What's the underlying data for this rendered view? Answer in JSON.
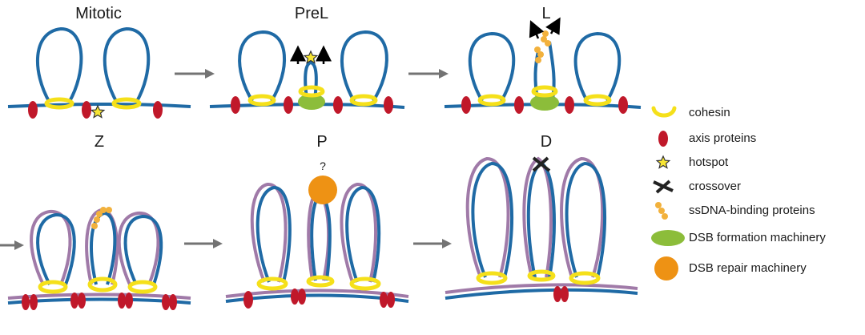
{
  "stages": {
    "mitotic": "Mitotic",
    "prel": "PreL",
    "l": "L",
    "z": "Z",
    "p": "P",
    "d": "D"
  },
  "question_mark": "?",
  "legend": [
    {
      "icon": "cohesin-icon",
      "label": "cohesin"
    },
    {
      "icon": "axis-protein-icon",
      "label": "axis proteins"
    },
    {
      "icon": "hotspot-star-icon",
      "label": "hotspot"
    },
    {
      "icon": "crossover-icon",
      "label": "crossover"
    },
    {
      "icon": "ssdna-binding-icon",
      "label": "ssDNA-binding proteins"
    },
    {
      "icon": "dsb-formation-icon",
      "label": "DSB formation machinery"
    },
    {
      "icon": "dsb-repair-icon",
      "label": "DSB repair machinery"
    }
  ],
  "colors": {
    "dna_blue": "#1f6aa5",
    "homolog_purple": "#a07aa8",
    "cohesin_yellow": "#f5e01a",
    "axis_red": "#c0182a",
    "hotspot_star": "#f7e533",
    "dsb_formation_green": "#8cbd3a",
    "dsb_repair_orange": "#ee9214",
    "ssdna_orange": "#f2b13c",
    "arrow_gray": "#737373"
  }
}
